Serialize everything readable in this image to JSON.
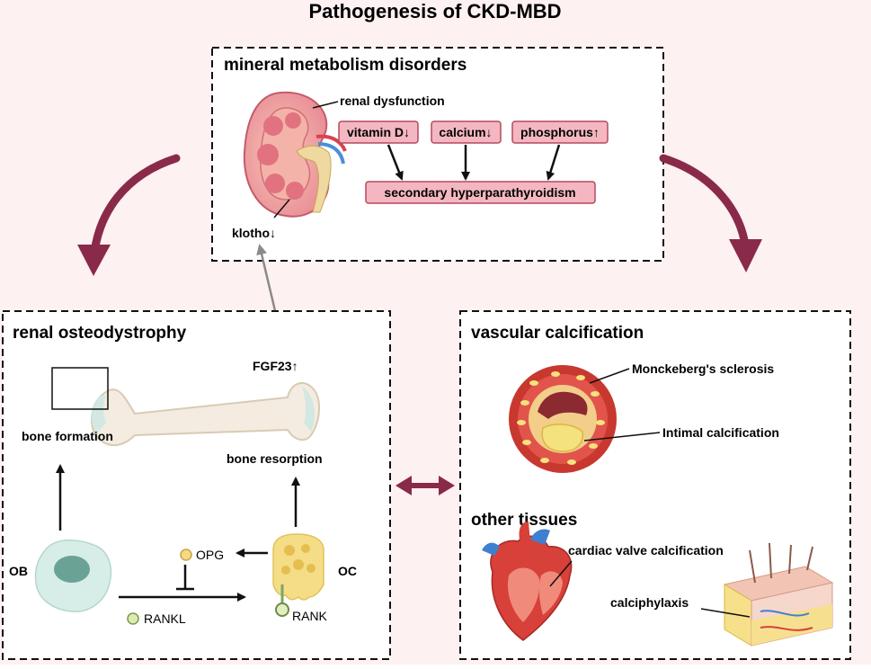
{
  "title": "Pathogenesis of CKD-MBD",
  "mineral": {
    "heading": "mineral metabolism disorders",
    "renal_dysfunction": "renal dysfunction",
    "vitamin_d": "vitamin D↓",
    "calcium": "calcium↓",
    "phosphorus": "phosphorus↑",
    "secondary_hpt": "secondary hyperparathyroidism",
    "klotho": "klotho↓"
  },
  "osteo": {
    "heading": "renal osteodystrophy",
    "fgf23": "FGF23↑",
    "bone_formation": "bone formation",
    "bone_resorption": "bone resorption",
    "ob": "OB",
    "oc": "OC",
    "opg": "OPG",
    "rankl": "RANKL",
    "rank": "RANK"
  },
  "vascular": {
    "heading": "vascular calcification",
    "monckeberg": "Monckeberg's sclerosis",
    "intimal": "Intimal calcification",
    "other_tissues": "other tissues",
    "cardiac_valve": "cardiac valve calcification",
    "calciphylaxis": "calciphylaxis"
  },
  "colors": {
    "background": "#fdf1f1",
    "accent_arrow": "#8a2a4a",
    "box_fill": "#f4b7c1",
    "box_stroke": "#b5485e"
  }
}
